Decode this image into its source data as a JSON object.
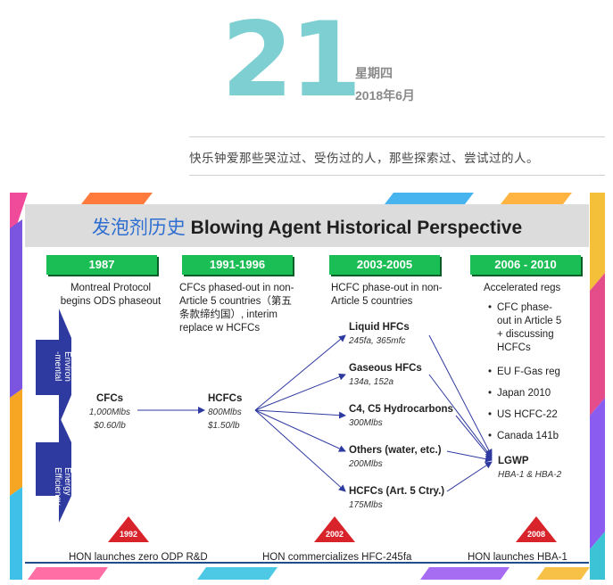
{
  "header": {
    "day": "21",
    "weekday": "星期四",
    "month": "2018年6月",
    "quote": "快乐钟爱那些哭泣过、受伤过的人，那些探索过、尝试过的人。"
  },
  "slide": {
    "title_cn": "发泡剂历史",
    "title_en": "Blowing Agent Historical Perspective",
    "years": [
      "1987",
      "1991-1996",
      "2003-2005",
      "2006 - 2010"
    ],
    "col1": [
      "Montreal Protocol",
      "begins ODS phaseout"
    ],
    "col2": [
      "CFCs phased-out in non-",
      "Article 5 countries（第五",
      "条款缔约国）, interim",
      "replace w HCFCs"
    ],
    "col3": [
      "HCFC phase-out in non-",
      "Article 5 countries"
    ],
    "col4_head": "Accelerated regs",
    "col4_bullets": [
      "CFC phase-\nout in Article 5\n+ discussing\nHCFCs",
      "EU F-Gas reg",
      "Japan 2010",
      "US HCFC-22",
      "Canada 141b"
    ],
    "side_top": "Environ\n-mental",
    "side_bottom": "Energy\nEfficiency",
    "cfcs": {
      "name": "CFCs",
      "l1": "1,000Mlbs",
      "l2": "$0.60/lb"
    },
    "hcfcs": {
      "name": "HCFCs",
      "l1": "800Mlbs",
      "l2": "$1.50/lb"
    },
    "branches": [
      {
        "name": "Liquid HFCs",
        "sub": "245fa, 365mfc"
      },
      {
        "name": "Gaseous HFCs",
        "sub": "134a, 152a"
      },
      {
        "name": "C4, C5 Hydrocarbons",
        "sub": "300Mlbs"
      },
      {
        "name": "Others (water, etc.)",
        "sub": "200Mlbs"
      },
      {
        "name": "HCFCs (Art. 5 Ctry.)",
        "sub": "175Mlbs"
      }
    ],
    "lgwp": {
      "name": "LGWP",
      "sub": "HBA-1 & HBA-2"
    },
    "milestones": [
      {
        "year": "1992",
        "text": "HON launches zero ODP R&D"
      },
      {
        "year": "2002",
        "text": "HON commercializes HFC-245fa"
      },
      {
        "year": "2008",
        "text": "HON launches HBA-1"
      }
    ],
    "colors": {
      "green": "#1bbd55",
      "blue": "#2f3aa0",
      "red": "#d8232a",
      "teal": "#7ecfd2"
    }
  }
}
